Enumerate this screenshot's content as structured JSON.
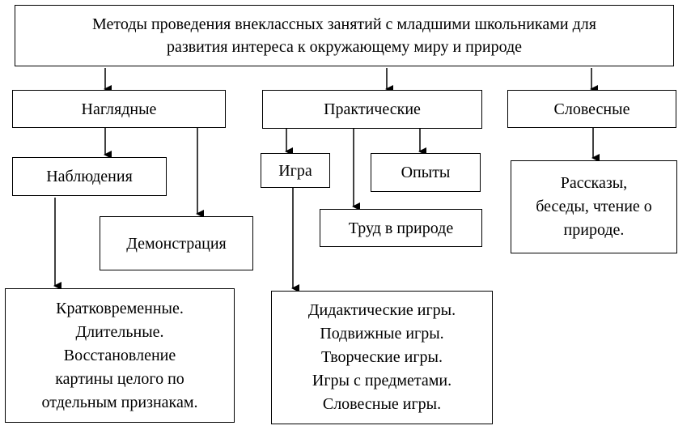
{
  "diagram": {
    "title_lines": [
      "Методы проведения внеклассных занятий с младшими школьниками для",
      "развития интереса к окружающему миру и природе"
    ],
    "categories": {
      "visual": "Наглядные",
      "practical": "Практические",
      "verbal": "Словесные"
    },
    "nodes": {
      "observations": "Наблюдения",
      "demonstration": "Демонстрация",
      "game": "Игра",
      "experiments": "Опыты",
      "nature_work": "Труд в природе",
      "verbal_detail": [
        "Рассказы,",
        "беседы, чтение о",
        "природе."
      ],
      "observation_types": [
        "Кратковременные.",
        "Длительные.",
        "Восстановление",
        "картины целого по",
        "отдельным признакам."
      ],
      "game_types": [
        "Дидактические игры.",
        "Подвижные игры.",
        "Творческие игры.",
        "Игры с предметами.",
        "Словесные игры."
      ]
    }
  }
}
